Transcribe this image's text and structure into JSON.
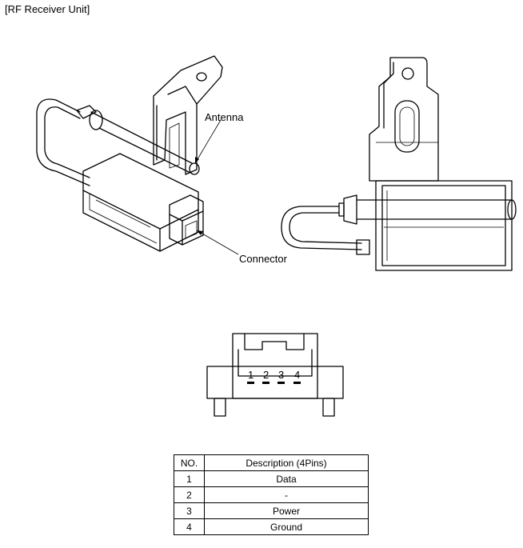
{
  "title": "[RF Receiver Unit]",
  "callouts": {
    "antenna": "Antenna",
    "connector": "Connector"
  },
  "connector_pins": [
    "1",
    "2",
    "3",
    "4"
  ],
  "table": {
    "headers": [
      "NO.",
      "Description (4Pins)"
    ],
    "rows": [
      [
        "1",
        "Data"
      ],
      [
        "2",
        "-"
      ],
      [
        "3",
        "Power"
      ],
      [
        "4",
        "Ground"
      ]
    ]
  }
}
